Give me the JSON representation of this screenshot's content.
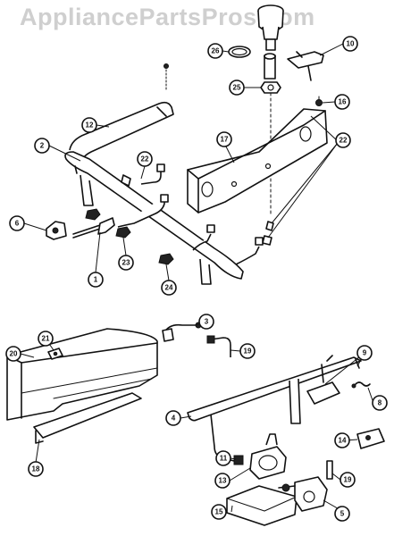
{
  "watermark": "AppliancePartsPros.com",
  "callouts": {
    "c1": "1",
    "c2": "2",
    "c3": "3",
    "c4": "4",
    "c5": "5",
    "c6": "6",
    "c8": "8",
    "c9": "9",
    "c10": "10",
    "c11": "11",
    "c12": "12",
    "c13": "13",
    "c14": "14",
    "c15": "15",
    "c16": "16",
    "c17": "17",
    "c18": "18",
    "c19a": "19",
    "c19b": "19",
    "c20": "20",
    "c21": "21",
    "c22a": "22",
    "c22b": "22",
    "c23": "23",
    "c24": "24",
    "c25": "25",
    "c26": "26"
  }
}
